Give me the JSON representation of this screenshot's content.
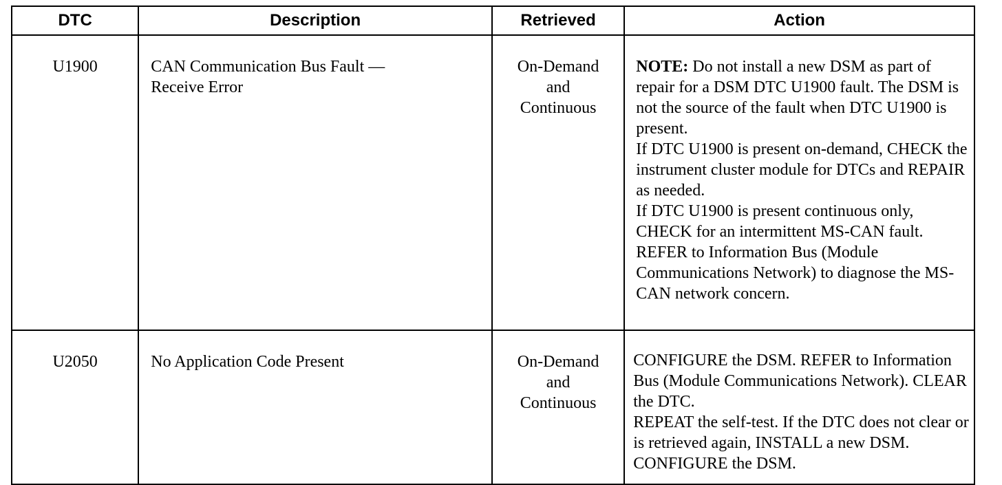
{
  "table": {
    "headers": {
      "dtc": "DTC",
      "description": "Description",
      "retrieved": "Retrieved",
      "action": "Action"
    },
    "rows": [
      {
        "dtc": "U1900",
        "description_line1": "CAN Communication Bus Fault —",
        "description_line2": "Receive Error",
        "retrieved_line1": "On-Demand",
        "retrieved_line2": "and",
        "retrieved_line3": "Continuous",
        "action_note_label": "NOTE:",
        "action_note_text": " Do not install a new DSM as part of repair for a DSM DTC U1900 fault. The DSM is not the source of the fault when DTC U1900 is present.",
        "action_para2": "If DTC U1900 is present on-demand, CHECK the instrument cluster module for DTCs and REPAIR as needed.",
        "action_para3": "If DTC U1900 is present continuous only, CHECK for an intermittent MS-CAN fault. REFER to Information Bus (Module Communications Network) to diagnose the MS-CAN network concern."
      },
      {
        "dtc": "U2050",
        "description_line1": "No Application Code Present",
        "retrieved_line1": "On-Demand",
        "retrieved_line2": "and",
        "retrieved_line3": "Continuous",
        "action_para1": "CONFIGURE the DSM. REFER to Information Bus (Module Communications Network).  CLEAR the DTC.",
        "action_para2": "REPEAT the self-test. If the DTC does not clear or is retrieved again, INSTALL a new DSM. CONFIGURE the DSM."
      }
    ]
  }
}
